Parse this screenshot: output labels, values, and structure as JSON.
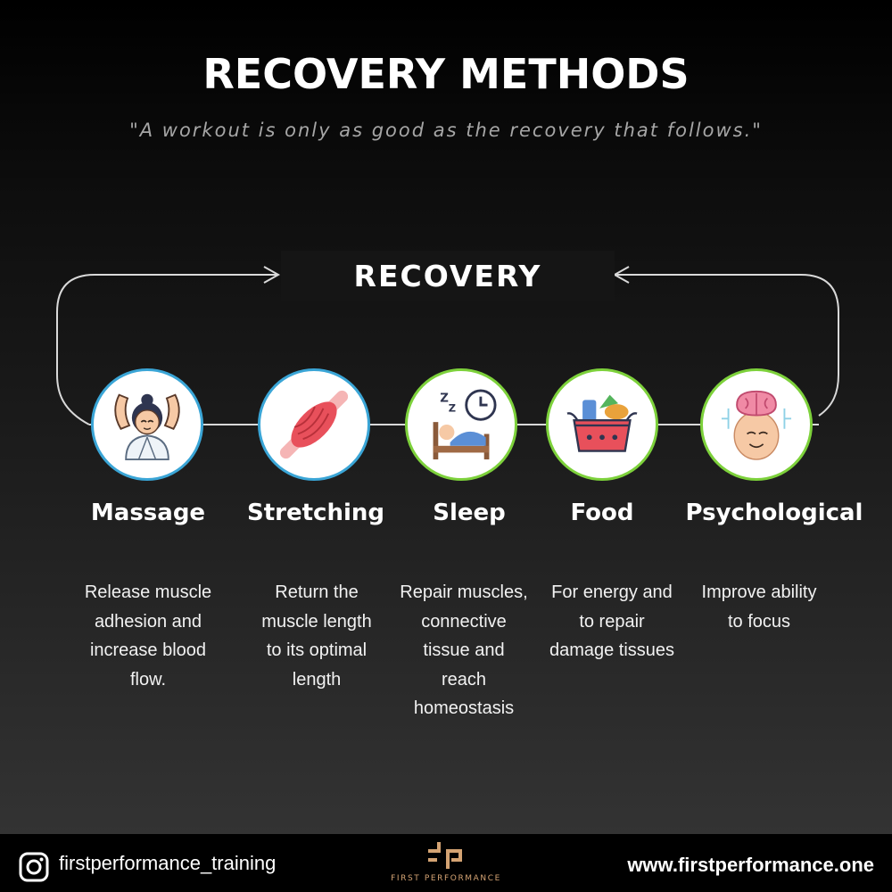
{
  "title": "RECOVERY METHODS",
  "quote": "\"A workout is only as good as the recovery that follows.\"",
  "cycle_label": "RECOVERY",
  "colors": {
    "background_top": "#000000",
    "background_bottom": "#333333",
    "ring_blue": "#3aa5d6",
    "ring_green": "#7dd13b",
    "connector": "#d9d9d9",
    "logo_gold": "#d4a373"
  },
  "methods": [
    {
      "name": "Massage",
      "icon": "massage-icon",
      "desc": [
        "Release muscle",
        "adhesion and",
        "increase blood",
        "flow."
      ]
    },
    {
      "name": "Stretching",
      "icon": "muscle-icon",
      "desc": [
        "Return the",
        "muscle length",
        "to its optimal",
        "length"
      ]
    },
    {
      "name": "Sleep",
      "icon": "sleep-icon",
      "desc": [
        "Repair muscles,",
        "connective",
        "tissue and",
        "reach",
        "homeostasis"
      ]
    },
    {
      "name": "Food",
      "icon": "food-basket-icon",
      "desc": [
        "For energy and",
        "to repair",
        "damage tissues"
      ]
    },
    {
      "name": "Psychological",
      "icon": "brain-icon",
      "desc": [
        "Improve ability",
        "to focus"
      ]
    }
  ],
  "footer": {
    "handle": "firstperformance_training",
    "logo_text": "FIRST PERFORMANCE",
    "website": "www.firstperformance.one"
  }
}
